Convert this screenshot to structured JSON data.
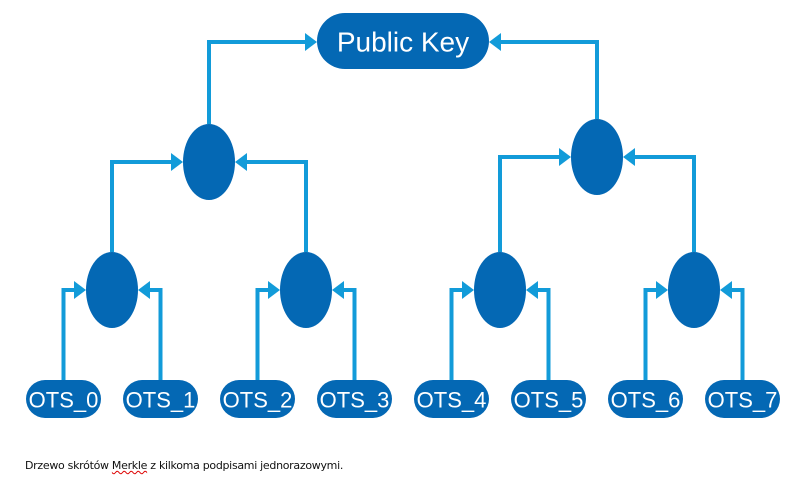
{
  "diagram": {
    "root_label": "Public Key",
    "leaves": [
      "OTS_0",
      "OTS_1",
      "OTS_2",
      "OTS_3",
      "OTS_4",
      "OTS_5",
      "OTS_6",
      "OTS_7"
    ],
    "node_color": "#0468b4",
    "edge_color": "#129bd9"
  },
  "caption": {
    "before": "Drzewo skrótów ",
    "misspelled": "Merkle",
    "after": " z kilkoma podpisami jednorazowymi."
  }
}
